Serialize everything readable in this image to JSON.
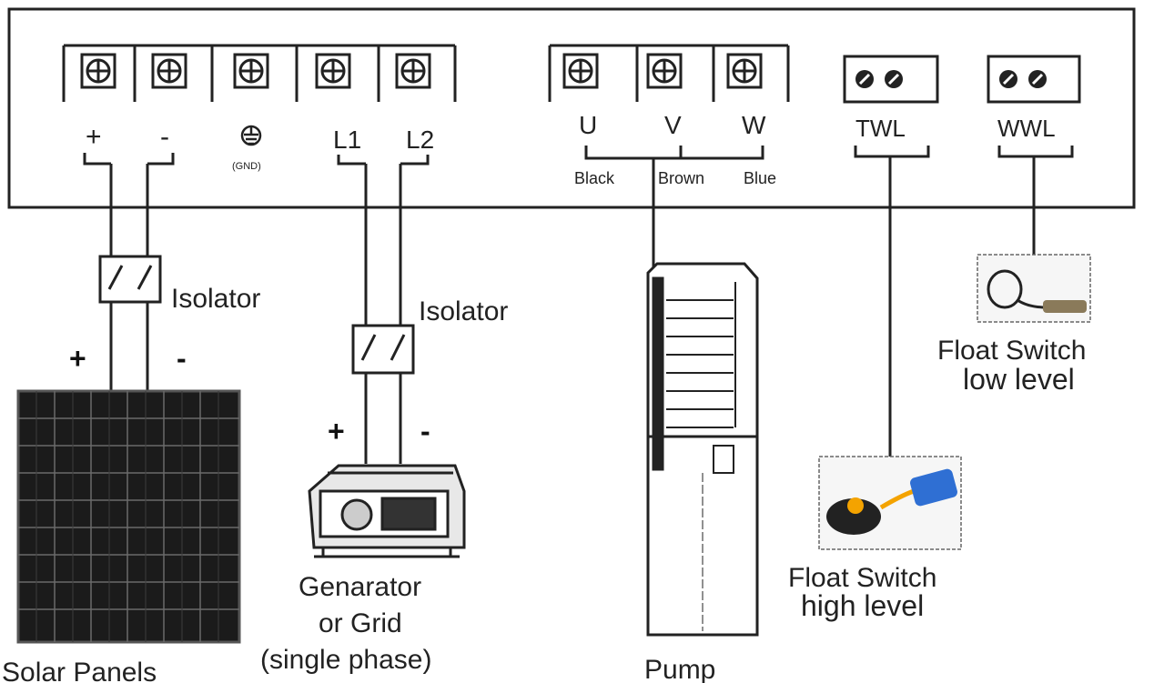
{
  "controller": {
    "terminals": {
      "pv_plus": "+",
      "pv_minus": "-",
      "gnd": "(GND)",
      "l1": "L1",
      "l2": "L2",
      "u": "U",
      "v": "V",
      "w": "W",
      "twl": "TWL",
      "wwl": "WWL"
    },
    "wire_colors": {
      "u": "Black",
      "v": "Brown",
      "w": "Blue"
    }
  },
  "labels": {
    "isolator_pv": "Isolator",
    "isolator_grid": "Isolator",
    "pv_plus": "+",
    "pv_minus": "-",
    "grid_plus": "+",
    "grid_minus": "-",
    "solar_panels": "Solar  Panels",
    "generator_line1": "Genarator",
    "generator_line2": "or  Grid",
    "generator_line3": "(single phase)",
    "pump": "Pump",
    "float_low_line1": "Float  Switch",
    "float_low_line2": "low level",
    "float_high_line1": "Float  Switch",
    "float_high_line2": "high level"
  },
  "icons": {
    "screw_terminal": "screw-terminal-icon",
    "signal_terminal": "signal-terminal-icon",
    "ground": "ground-icon",
    "isolator": "isolator-switch-icon",
    "solar_panel": "solar-panel-icon",
    "generator": "generator-icon",
    "pump": "submersible-pump-icon",
    "float_switch_low": "float-switch-low-icon",
    "float_switch_high": "float-switch-high-icon"
  },
  "colors": {
    "line": "#222222",
    "panel": "#1b1b1b",
    "float_ball": "#f4a300",
    "float_blue": "#2f6fd3"
  }
}
